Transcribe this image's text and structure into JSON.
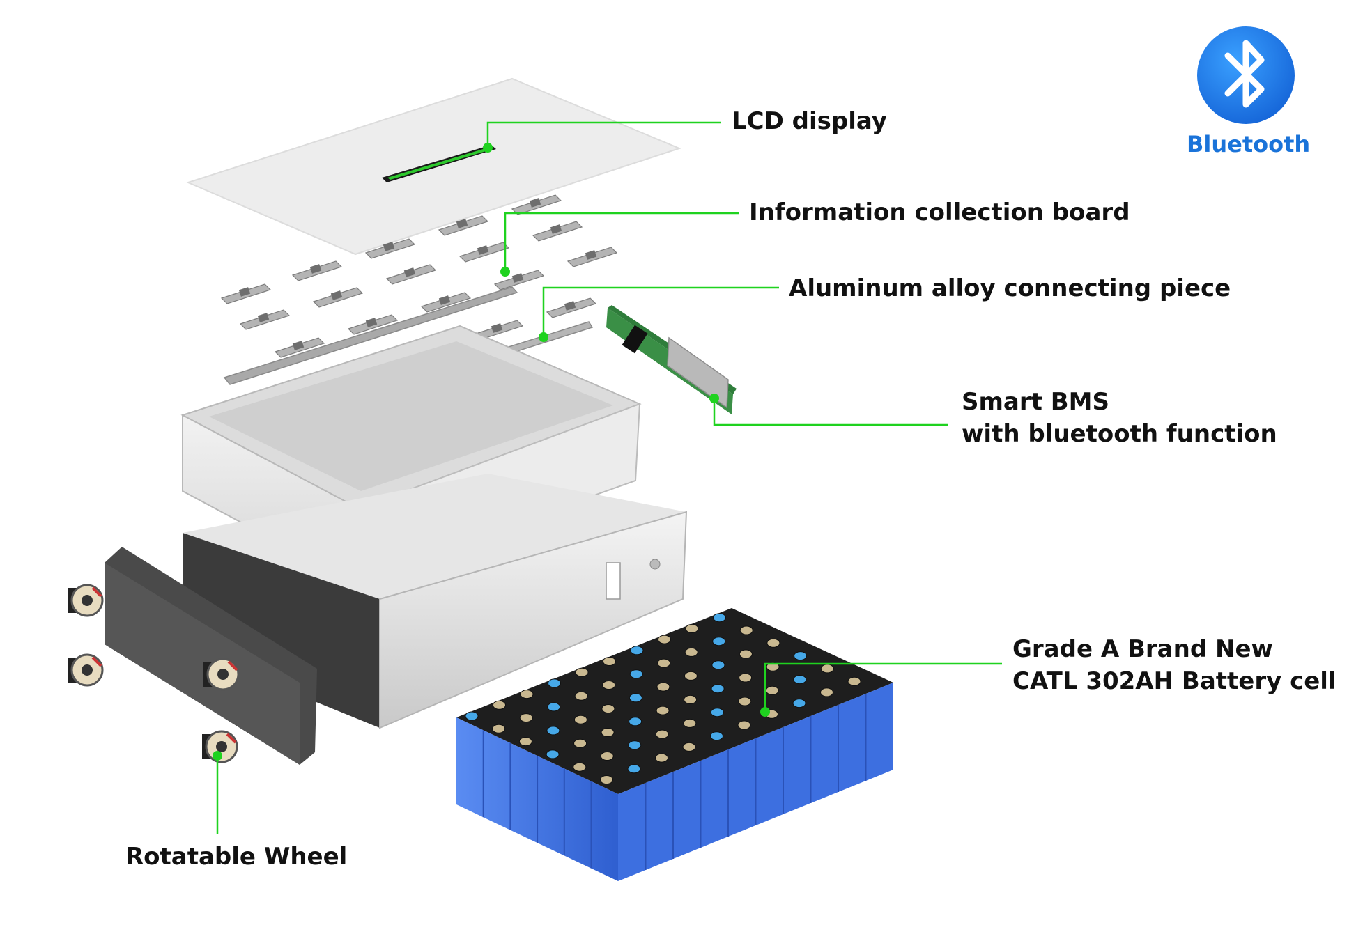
{
  "labels": {
    "lcd": "LCD display",
    "info_board": "Information collection board",
    "connector": "Aluminum alloy connecting piece",
    "bms_line1": "Smart BMS",
    "bms_line2": "with bluetooth function",
    "cell_line1": "Grade A Brand New",
    "cell_line2": "CATL 302AH Battery cell",
    "wheel": "Rotatable Wheel"
  },
  "bluetooth": {
    "label": "Bluetooth",
    "icon": "bluetooth-icon"
  },
  "colors": {
    "callout": "#1fd21f",
    "bluetooth_blue": "#1a73d9",
    "cell_blue": "#3f74e6",
    "panel_gray": "#e8e8e8",
    "board_green": "#2f7d3b"
  }
}
